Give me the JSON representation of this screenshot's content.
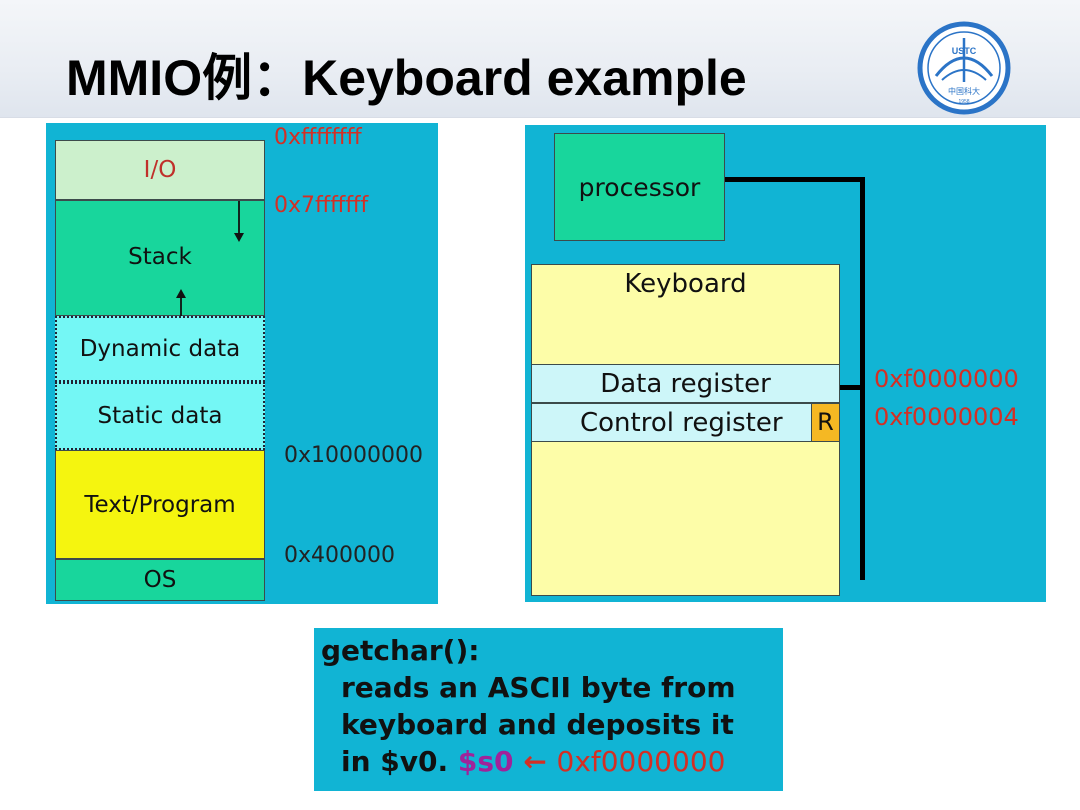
{
  "slide": {
    "title": "MMIO例：Keyboard example"
  },
  "logo": {
    "top_text": "USTC",
    "bottom_text": "中国科大",
    "year": "1958"
  },
  "memory_map": {
    "segments": [
      {
        "label": "I/O"
      },
      {
        "label": "Stack"
      },
      {
        "label": "Dynamic data"
      },
      {
        "label": "Static data"
      },
      {
        "label": "Text/Program"
      },
      {
        "label": "OS"
      }
    ],
    "addresses": {
      "top": "0xffffffff",
      "stack_top": "0x7fffffff",
      "data_base": "0x10000000",
      "text_base": "0x400000"
    }
  },
  "keyboard_diagram": {
    "processor_label": "processor",
    "keyboard_label": "Keyboard",
    "data_register_label": "Data register",
    "control_register_label": "Control register",
    "ready_bit_label": "R",
    "data_register_addr": "0xf0000000",
    "control_register_addr": "0xf0000004"
  },
  "getchar": {
    "heading": "getchar():",
    "line1": "reads an ASCII byte from",
    "line2": "keyboard and deposits it",
    "line3_prefix": "in $v0.",
    "line3_reg": "$s0",
    "line3_arrow": "←",
    "line3_addr": "0xf0000000"
  },
  "colors": {
    "panel_bg": "#11b4d4",
    "segment_green": "#18d69c",
    "segment_cyan": "#74f7f5",
    "segment_yellow": "#f5f50f",
    "keyboard_yellow": "#fdfda8",
    "address_red": "#d42f24"
  }
}
